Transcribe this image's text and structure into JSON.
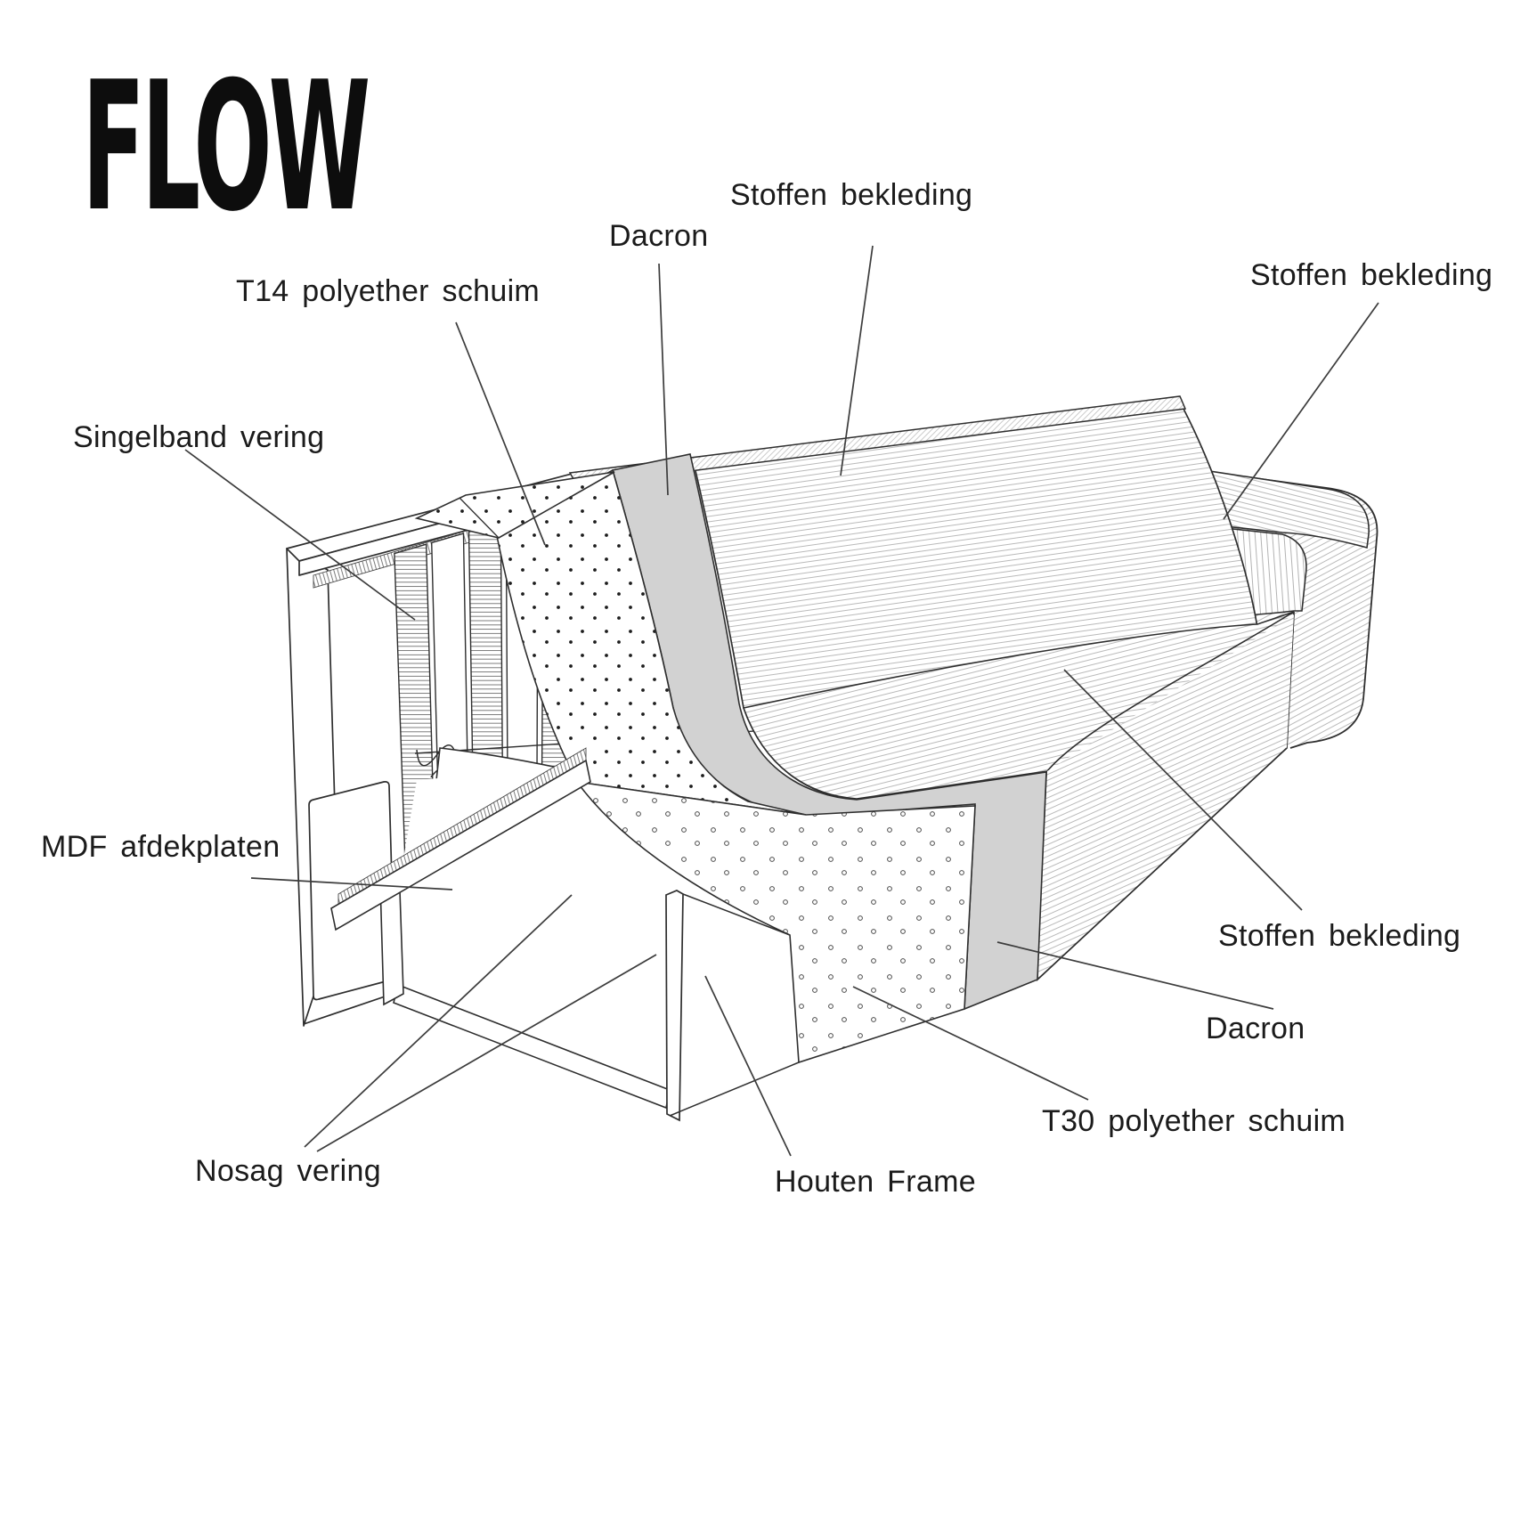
{
  "diagram": {
    "title": "FLOW",
    "type": "sofa-construction-cutaway",
    "callouts": [
      {
        "id": "t14-foam",
        "label": "T14 polyether schuim"
      },
      {
        "id": "singelband",
        "label": "Singelband vering"
      },
      {
        "id": "dacron-top",
        "label": "Dacron"
      },
      {
        "id": "stoffen-top",
        "label": "Stoffen bekleding"
      },
      {
        "id": "stoffen-right",
        "label": "Stoffen bekleding"
      },
      {
        "id": "mdf",
        "label": "MDF afdekplaten"
      },
      {
        "id": "nosag",
        "label": "Nosag vering"
      },
      {
        "id": "houten-frame",
        "label": "Houten Frame"
      },
      {
        "id": "t30-foam",
        "label": "T30 polyether schuim"
      },
      {
        "id": "dacron-bottom",
        "label": "Dacron"
      },
      {
        "id": "stoffen-bottom",
        "label": "Stoffen bekleding"
      }
    ],
    "colors": {
      "background": "#ffffff",
      "line": "#2e2e2e",
      "dacron_fill": "#d2d2d2",
      "text": "#1b1b1b"
    }
  }
}
